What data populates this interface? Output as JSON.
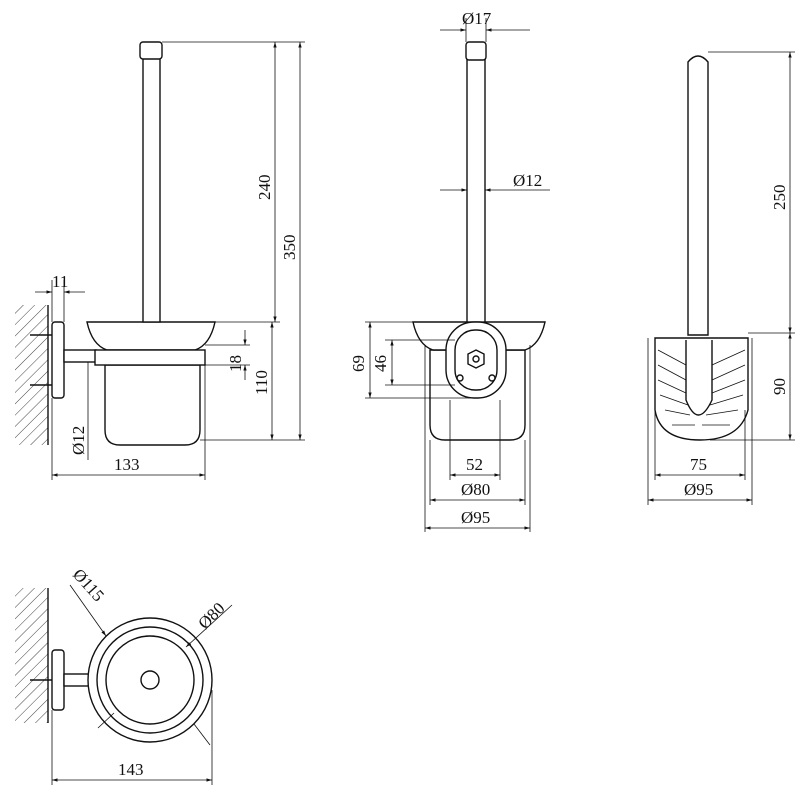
{
  "views": {
    "side": {
      "dim_wall_offset": "11",
      "dim_handle": "240",
      "dim_total_height": "350",
      "dim_ring": "18",
      "dim_holder_height": "110",
      "dim_rod_dia": "Ø12",
      "dim_depth": "133"
    },
    "front": {
      "dim_cap_dia": "Ø17",
      "dim_handle_dia": "Ø12",
      "dim_plate_height": "69",
      "dim_plate_inner": "46",
      "dim_cup_bottom": "52",
      "dim_cup_dia": "Ø80",
      "dim_bowl_dia": "Ø95"
    },
    "brush": {
      "dim_handle_length": "250",
      "dim_head_height": "90",
      "dim_bristle_width": "75",
      "dim_head_dia": "Ø95"
    },
    "top": {
      "dim_outer_dia": "Ø115",
      "dim_inner_dia": "Ø80",
      "dim_depth": "143"
    }
  }
}
